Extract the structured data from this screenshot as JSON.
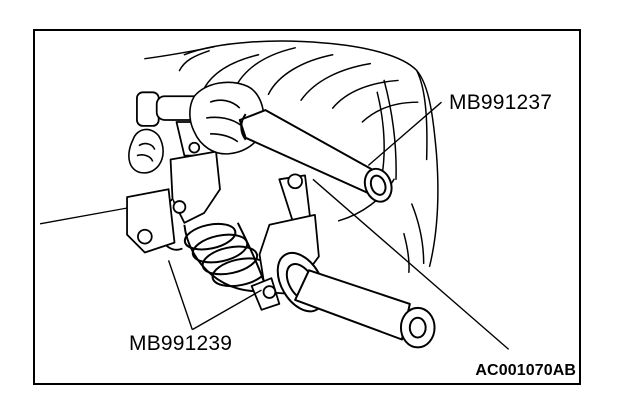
{
  "labels": {
    "tool_top": "MB991237",
    "tool_bottom": "MB991239",
    "figure_id": "AC001070AB"
  }
}
